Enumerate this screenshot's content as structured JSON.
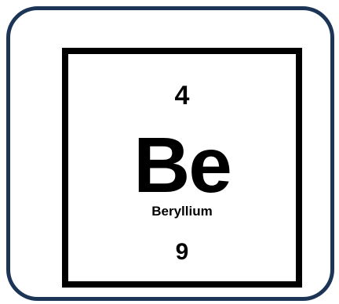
{
  "element": {
    "atomic_number": "4",
    "symbol": "Be",
    "name": "Beryllium",
    "mass_number": "9"
  },
  "colors": {
    "card_border": "#1c3557",
    "tile_border": "#000000",
    "text": "#000000",
    "background": "#ffffff"
  }
}
